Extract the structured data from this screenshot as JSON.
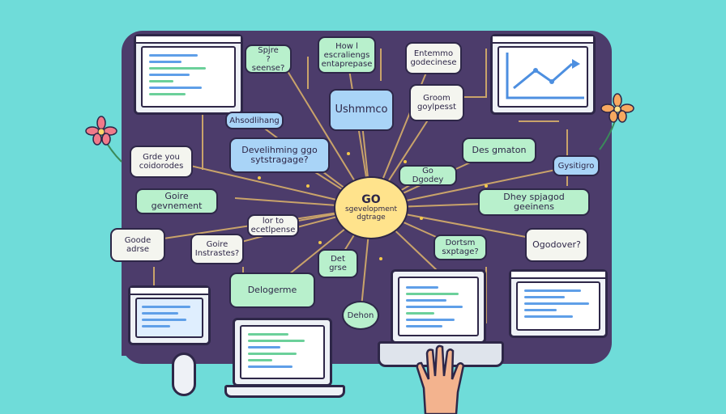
{
  "center": {
    "title": "GO",
    "subtitle": "sgevelopment\ndgtrage"
  },
  "nodes": {
    "n1": "Spjre\n? seense?",
    "n2": "How l\nescraliengs\nentaprepase",
    "n3": "Entemmo\ngodecinese",
    "n4": "Groom\ngoylpesst",
    "n5": "Ushmmco",
    "n6": "Ahsodlihang",
    "n7": "Grde you\ncoidorodes",
    "n8": "Develihming ggo\nsytstragage?",
    "n9": "Des gmaton",
    "n10": "Gysitigro",
    "n11": "Go\nDgodey",
    "n12": "Goire gevnement",
    "n13": "Dhey spjagod geeinens",
    "n14": "lor to\necetlpense",
    "n15": "Goode\nadrse",
    "n16": "Goire\nInstrastes?",
    "n17": "Dortsm\nsxptage?",
    "n18": "Ogodover?",
    "n19": "Det grse",
    "n20": "Delogerme",
    "n21": "Dehon"
  },
  "colors": {
    "background": "#6fdcd9",
    "board": "#4c3c6b",
    "wire": "#c9a36a",
    "center": "#ffe38c"
  }
}
